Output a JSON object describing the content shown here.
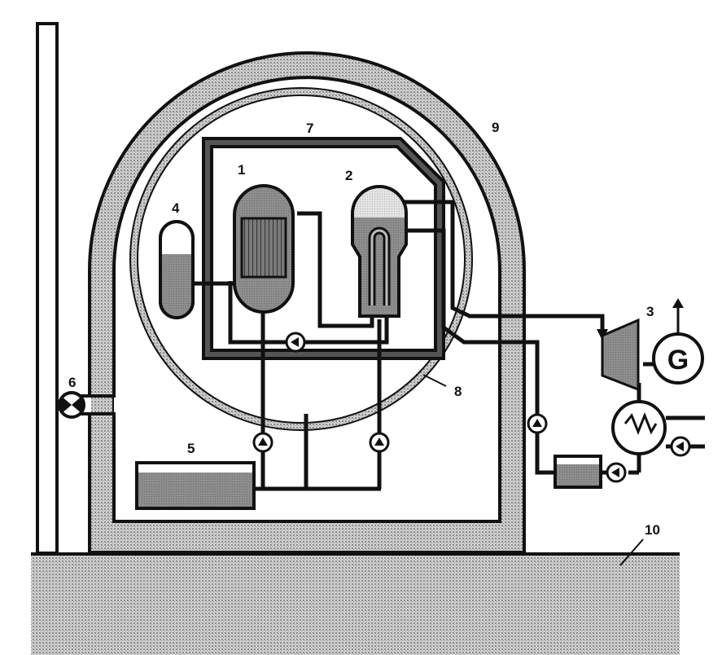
{
  "labels": {
    "reactor": "1",
    "steam_generator": "2",
    "turbine": "3",
    "pressurizer": "4",
    "tank": "5",
    "valve": "6",
    "shield": "7",
    "inner_containment": "8",
    "outer_containment": "9",
    "ground": "10",
    "generator": "G"
  },
  "colors": {
    "line": "#111111",
    "vessel_fill": "#8a8a8a",
    "vessel_light": "#d8d8d8",
    "ground_fill": "#b4b4b4",
    "background": "#ffffff"
  }
}
